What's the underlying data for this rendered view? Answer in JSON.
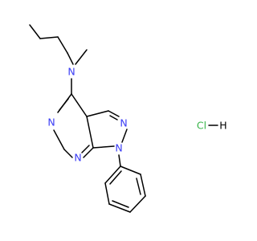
{
  "molecule": {
    "atoms": {
      "amine_n": "N",
      "pyrimidine_n_top": "N",
      "pyrimidine_n_bottom": "N",
      "pyrazole_n_top": "N",
      "pyrazole_n1": "N"
    },
    "salt": {
      "chlorine": "Cl",
      "hydrogen": "H"
    }
  },
  "colors": {
    "nitrogen": "#3a3cf5",
    "chlorine": "#39b54a",
    "carbon": "#000000"
  }
}
